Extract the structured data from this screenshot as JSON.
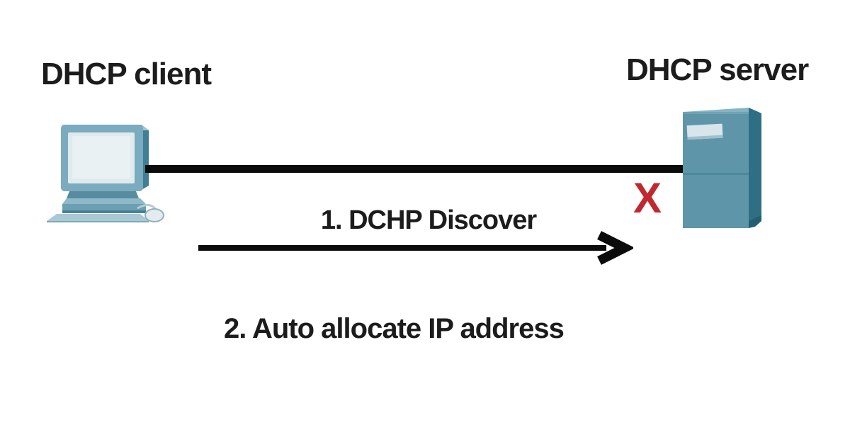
{
  "diagram": {
    "title_context": "DHCP automatic allocation flow",
    "client": {
      "label": "DHCP client",
      "icon": "desktop-pc-icon"
    },
    "server": {
      "label": "DHCP server",
      "icon": "server-tower-icon"
    },
    "link": {
      "type": "straight-cable",
      "blocked_marker": "X",
      "blocked_marker_color": "#c2272f"
    },
    "messages": [
      {
        "step": 1,
        "label": "1. DCHP Discover",
        "direction": "client-to-server",
        "arrow": true
      },
      {
        "step": 2,
        "label": "2. Auto allocate IP address",
        "direction": "none",
        "arrow": false
      }
    ],
    "colors": {
      "background": "#ffffff",
      "text": "#1c1c1c",
      "line": "#0b0b0b",
      "device_teal_front": "#5e95a9",
      "device_teal_light": "#8fbccb",
      "device_teal_dark": "#2f6f85",
      "screen_light": "#dfeaed",
      "blocked_x_red": "#c2272f"
    }
  }
}
